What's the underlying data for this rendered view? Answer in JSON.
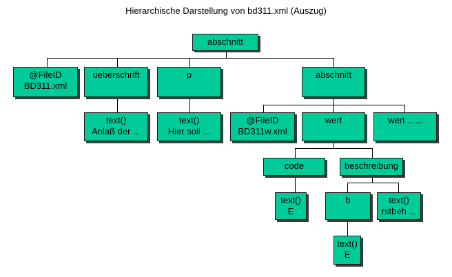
{
  "title": "Hierarchische Darstellung von bd311.xml (Auszug)",
  "box_color": "#00cc99",
  "nodes": {
    "root": [
      "abschnitt"
    ],
    "fileid1": [
      "@FileID",
      "BD311.xml"
    ],
    "ueberschrift": [
      "ueberschrift"
    ],
    "p": [
      "p"
    ],
    "abschnitt2": [
      "abschnitt"
    ],
    "text_anlass": [
      "text()",
      "Anlaß der ..."
    ],
    "text_hiersoll": [
      "text()",
      "Hier soll ..."
    ],
    "fileid2": [
      "@FileID",
      "BD311w.xml"
    ],
    "wert": [
      "wert"
    ],
    "wert_dots": [
      "wert ......"
    ],
    "code": [
      "code"
    ],
    "beschreibung": [
      "beschreibung"
    ],
    "text_e1": [
      "text()",
      "E"
    ],
    "b": [
      "b"
    ],
    "text_rstbeh": [
      "text()",
      "rstbeh ..."
    ],
    "text_e2": [
      "text()",
      "E"
    ]
  }
}
